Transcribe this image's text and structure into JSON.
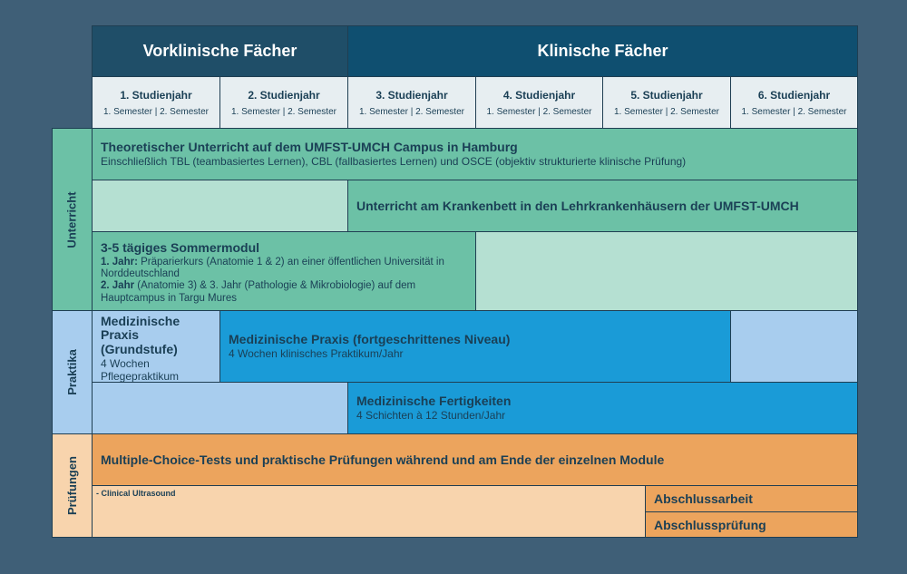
{
  "header": {
    "preclinical": "Vorklinische Fächer",
    "clinical": "Klinische Fächer"
  },
  "years": [
    {
      "title": "1. Studienjahr",
      "semesters": "1. Semester | 2. Semester"
    },
    {
      "title": "2. Studienjahr",
      "semesters": "1. Semester | 2. Semester"
    },
    {
      "title": "3. Studienjahr",
      "semesters": "1. Semester | 2. Semester"
    },
    {
      "title": "4. Studienjahr",
      "semesters": "1. Semester | 2. Semester"
    },
    {
      "title": "5. Studienjahr",
      "semesters": "1. Semester | 2. Semester"
    },
    {
      "title": "6. Studienjahr",
      "semesters": "1. Semester | 2. Semester"
    }
  ],
  "sections": {
    "teaching": "Unterricht",
    "internships": "Praktika",
    "exams": "Prüfungen"
  },
  "teaching": {
    "theory_title": "Theoretischer Unterricht auf dem UMFST-UMCH Campus in Hamburg",
    "theory_desc": "Einschließlich TBL (teambasiertes Lernen), CBL (fallbasiertes Lernen) und OSCE (objektiv strukturierte klinische Prüfung)",
    "bedside_title": "Unterricht am Krankenbett in den Lehrkrankenhäusern der UMFST-UMCH",
    "summer_title": "3-5 tägiges Sommermodul",
    "summer_y1_label": "1. Jahr:",
    "summer_y1_text": " Präparierkurs (Anatomie 1 & 2) an einer öffentlichen Universität in Norddeutschland",
    "summer_y2_label": "2. Jahr",
    "summer_y2_text": " (Anatomie 3) & 3. Jahr (Pathologie & Mikrobiologie) auf dem Hauptcampus in Targu Mures"
  },
  "internships": {
    "basic_title": "Medizinische Praxis (Grundstufe)",
    "basic_desc": "4 Wochen Pflegepraktikum",
    "advanced_title": "Medizinische Praxis (fortgeschrittenes Niveau)",
    "advanced_desc": "4 Wochen klinisches Praktikum/Jahr",
    "skills_title": "Medizinische Fertigkeiten",
    "skills_desc": "4 Schichten à 12 Stunden/Jahr"
  },
  "exams": {
    "mc_title": "Multiple-Choice-Tests und praktische Prüfungen während und am Ende der einzelnen Module",
    "ultrasound": "- Clinical Ultrasound",
    "thesis": "Abschlussarbeit",
    "final_exam": "Abschlussprüfung"
  },
  "colors": {
    "background": "#3f5f77",
    "header_dark": "#1f4e68",
    "header_clinical": "#0f4f70",
    "teaching_strong": "#6cc1a6",
    "teaching_light": "#b5e0d2",
    "internship_strong": "#1a9bd7",
    "internship_light": "#a8cdee",
    "exam_strong": "#eca45d",
    "exam_light": "#f8d4ad"
  }
}
